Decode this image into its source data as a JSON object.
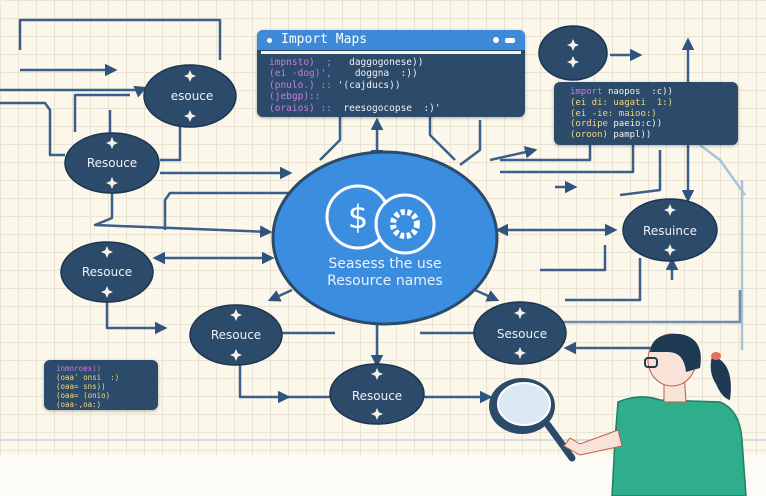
{
  "import_maps_window": {
    "title": "Import Maps",
    "lines": [
      {
        "key": "impnsto)  ;",
        "value": "daggogonese))"
      },
      {
        "key": "(ei -dog)',",
        "value": "doggna  :))"
      },
      {
        "key": "(pnulo.) ::",
        "value": "'(cajducs))"
      },
      {
        "key": "(jebgp)::",
        "value": ""
      },
      {
        "key": "(oraios) ::",
        "value": "reesogocopse  :)'"
      }
    ]
  },
  "right_code_box": {
    "lines": [
      {
        "key": "import",
        "value": "naopos  :c))"
      },
      {
        "key": "(ei di:",
        "value": "uagati  1:)"
      },
      {
        "key": "(ei -ie:",
        "value": "maioo:)"
      },
      {
        "key": "(ordipe",
        "value": "paeio:c))"
      },
      {
        "key": "(oroon)",
        "value": "pampl))"
      }
    ]
  },
  "left_code_box": {
    "lines": [
      "inmnroes))",
      "(oaa' onsi  :)",
      "(oaa= sns))",
      "(oaa= (onio)",
      "(oaa-,oa:)"
    ]
  },
  "hub": {
    "line1": "Seasess the use",
    "line2": "Resource names",
    "icons": [
      "dollar-icon",
      "gear-icon"
    ]
  },
  "nodes": [
    {
      "id": "n1",
      "label": "esouce"
    },
    {
      "id": "n2",
      "label": "Resouce"
    },
    {
      "id": "n3",
      "label": "Resouce"
    },
    {
      "id": "n4",
      "label": "Resouce"
    },
    {
      "id": "n5",
      "label": "Resouce"
    },
    {
      "id": "n6",
      "label": "Sesouce"
    },
    {
      "id": "n7",
      "label": "Resuince"
    },
    {
      "id": "n8",
      "label": ""
    }
  ],
  "colors": {
    "background": "#fbf7ea",
    "node": "#2c4a6a",
    "hub": "#3b8de0",
    "line": "#3a5f8a",
    "shirt": "#2fae8c"
  }
}
